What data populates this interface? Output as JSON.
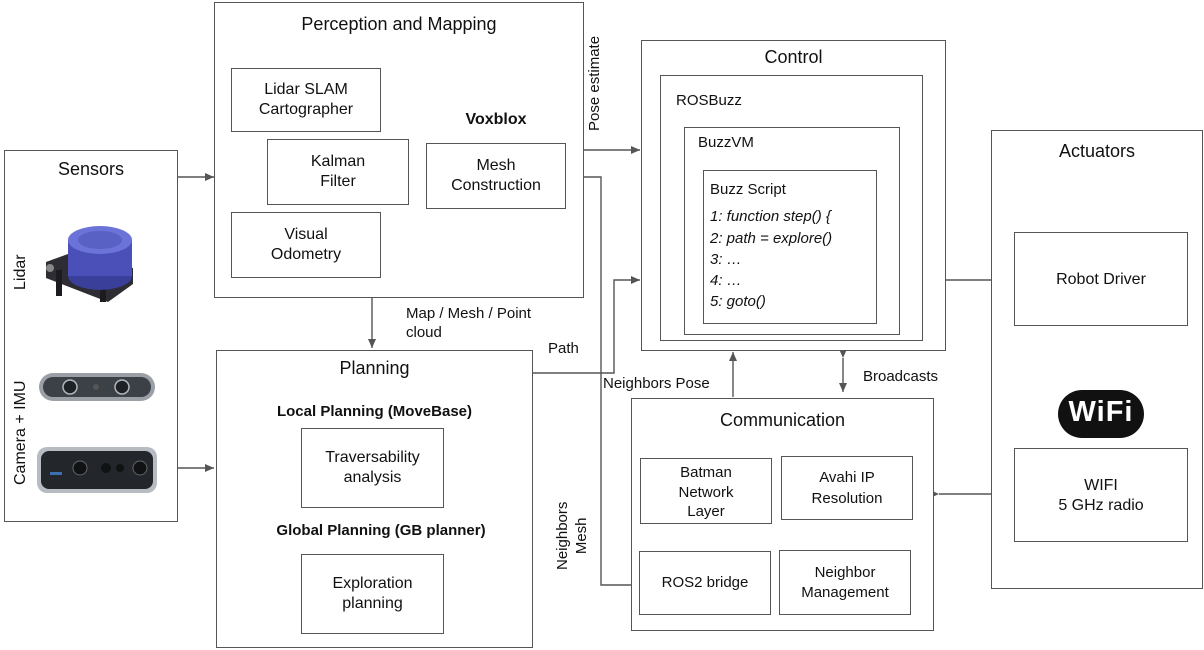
{
  "sensors": {
    "title": "Sensors",
    "lidar_label": "Lidar",
    "camera_label": "Camera + IMU"
  },
  "perception": {
    "title": "Perception and Mapping",
    "lidar_slam": "Lidar SLAM\nCartographer",
    "kalman": "Kalman\nFilter",
    "visual_odometry": "Visual\nOdometry",
    "voxblox": "Voxblox",
    "mesh": "Mesh\nConstruction"
  },
  "planning": {
    "title": "Planning",
    "local": "Local Planning (MoveBase)",
    "traversability": "Traversability\nanalysis",
    "global": "Global Planning (GB planner)",
    "exploration": "Exploration\nplanning"
  },
  "control": {
    "title": "Control",
    "rosbuzz": "ROSBuzz",
    "buzzvm": "BuzzVM",
    "buzz_script": "Buzz Script",
    "script_lines": [
      "1:  function step() {",
      "2:  path = explore()",
      "3:  …",
      "4:  …",
      "5:  goto()"
    ]
  },
  "communication": {
    "title": "Communication",
    "batman": "Batman\nNetwork\nLayer",
    "avahi": "Avahi IP\nResolution",
    "ros2": "ROS2 bridge",
    "neighbor_mgmt": "Neighbor\nManagement"
  },
  "actuators": {
    "title": "Actuators",
    "robot_driver": "Robot Driver",
    "wifi_logo": "WiFi",
    "wifi_radio": "WIFI\n5 GHz radio"
  },
  "edges": {
    "pose_estimate": "Pose estimate",
    "map_mesh": "Map / Mesh / Point\ncloud",
    "path": "Path",
    "neighbors_pose": "Neighbors Pose",
    "broadcasts": "Broadcasts",
    "neighbors_mesh": "Neighbors\nMesh"
  }
}
